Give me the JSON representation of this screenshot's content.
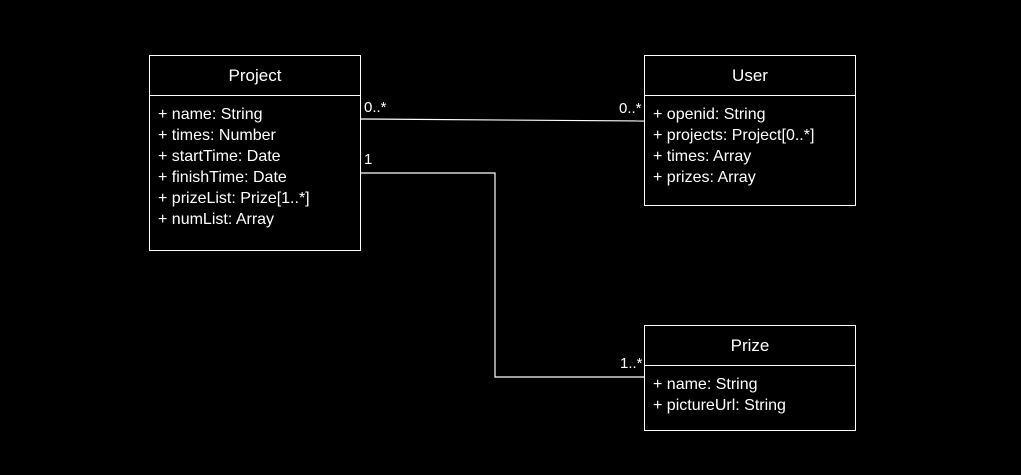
{
  "diagram": {
    "classes": {
      "project": {
        "name": "Project",
        "attributes": [
          "+ name: String",
          "+ times: Number",
          "+ startTime: Date",
          "+ finishTime: Date",
          "+ prizeList: Prize[1..*]",
          "+ numList: Array"
        ]
      },
      "user": {
        "name": "User",
        "attributes": [
          "+ openid: String",
          "+ projects: Project[0..*]",
          "+ times: Array",
          "+ prizes: Array"
        ]
      },
      "prize": {
        "name": "Prize",
        "attributes": [
          "+ name: String",
          "+ pictureUrl: String"
        ]
      }
    },
    "associations": {
      "project_user": {
        "source_multiplicity": "0..*",
        "target_multiplicity": "0..*"
      },
      "project_prize": {
        "source_multiplicity": "1",
        "target_multiplicity": "1..*"
      }
    },
    "colors": {
      "background": "#000000",
      "foreground": "#ffffff"
    }
  }
}
